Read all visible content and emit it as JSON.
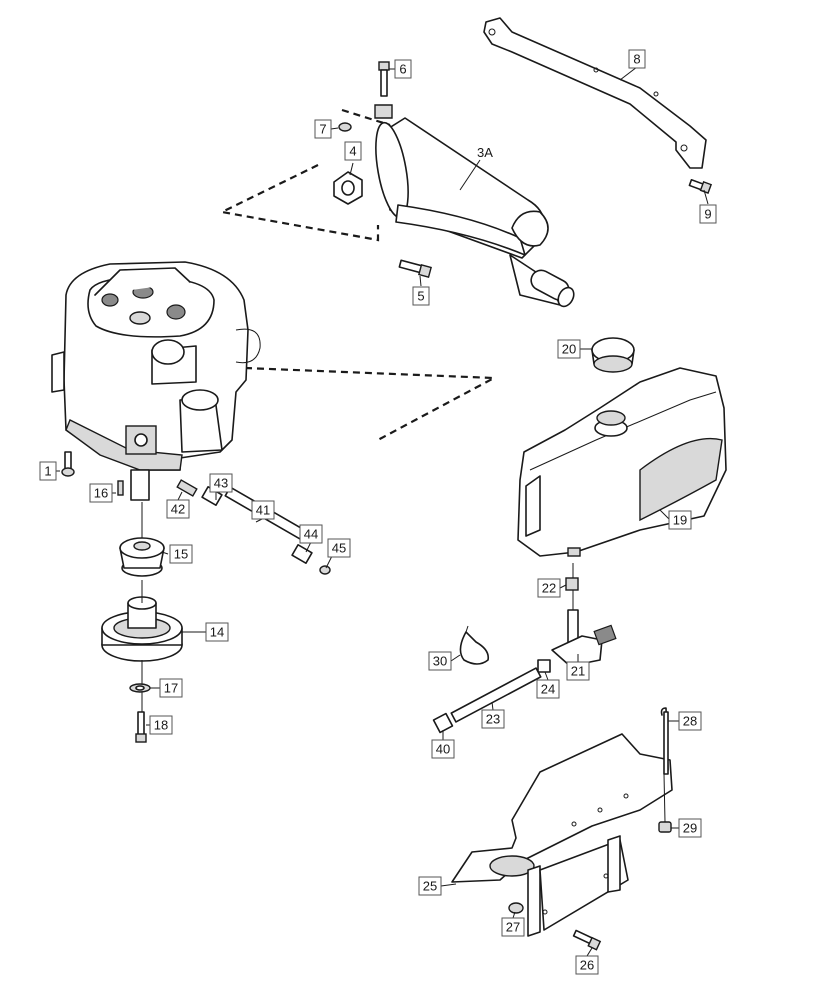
{
  "diagram": {
    "style": "exploded parts drawing",
    "colors": {
      "line": "#1a1a1a",
      "fill": "#ffffff",
      "shade": "#d9d9d9",
      "callout_border": "#555555"
    },
    "callouts": {
      "c1": "1",
      "c3a": "3A",
      "c4": "4",
      "c5": "5",
      "c6": "6",
      "c7": "7",
      "c8": "8",
      "c9": "9",
      "c14": "14",
      "c15": "15",
      "c16": "16",
      "c17": "17",
      "c18": "18",
      "c19": "19",
      "c20": "20",
      "c21": "21",
      "c22": "22",
      "c23": "23",
      "c24": "24",
      "c25": "25",
      "c26": "26",
      "c27": "27",
      "c28": "28",
      "c29": "29",
      "c30": "30",
      "c40": "40",
      "c41": "41",
      "c42": "42",
      "c43": "43",
      "c44": "44",
      "c45": "45"
    }
  }
}
